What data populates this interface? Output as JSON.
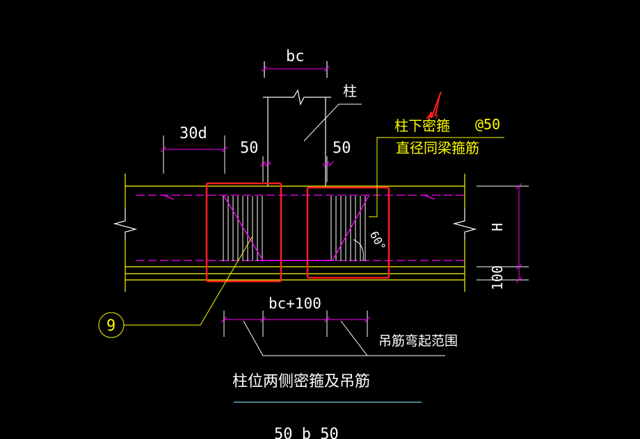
{
  "drawing": {
    "labels": {
      "bc": "bc",
      "column": "柱",
      "d30": "30d",
      "fifty_left": "50",
      "fifty_right": "50",
      "dense_stirrup_line1": "柱下密箍",
      "spacing": "@50",
      "dense_stirrup_line2": "直径同梁箍筋",
      "height": "H",
      "angle": "60°",
      "hundred": "100",
      "bc_plus_100": "bc+100",
      "hanger_range": "吊筋弯起范围",
      "callout_number": "9",
      "title": "柱位两侧密箍及吊筋",
      "bottom_partial": "50  b  50"
    },
    "colors": {
      "background": "#000000",
      "line_white": "#ffffff",
      "line_yellow": "#ffff00",
      "line_magenta": "#ff00ff",
      "highlight_red": "#ff2020",
      "title_underline": "#5fb3c9"
    }
  }
}
